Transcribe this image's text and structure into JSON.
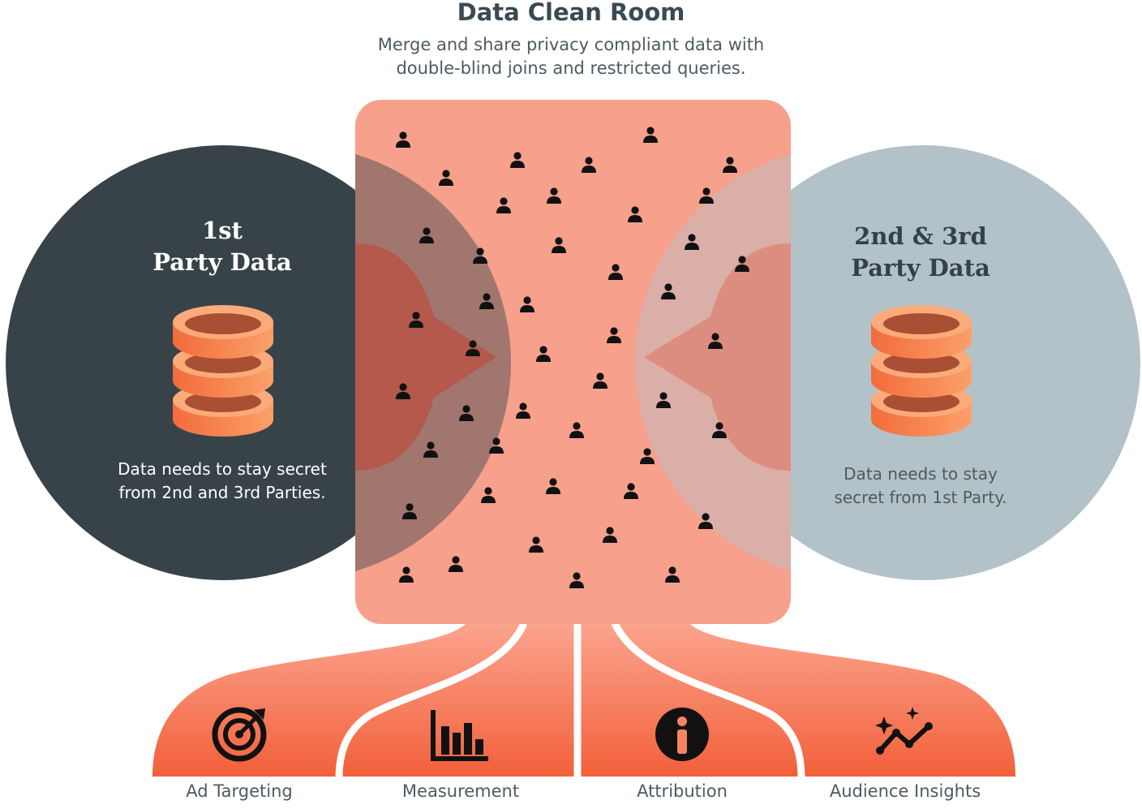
{
  "header": {
    "title": "Data Clean Room",
    "subtitle_line1": "Merge and share privacy compliant data with",
    "subtitle_line2": "double-blind joins and restricted queries."
  },
  "left_party": {
    "title_line1": "1st",
    "title_line2": "Party Data",
    "note_line1": "Data needs to stay secret",
    "note_line2": "from 2nd and 3rd Parties."
  },
  "right_party": {
    "title_line1": "2nd & 3rd",
    "title_line2": "Party Data",
    "note_line1": "Data needs to stay",
    "note_line2": "secret from 1st Party."
  },
  "outputs": [
    {
      "label": "Ad Targeting",
      "icon": "target-icon"
    },
    {
      "label": "Measurement",
      "icon": "bar-chart-icon"
    },
    {
      "label": "Attribution",
      "icon": "person-info-icon"
    },
    {
      "label": "Audience Insights",
      "icon": "sparkle-trend-icon"
    }
  ],
  "colors": {
    "clean_room": "#f7a08c",
    "first_party_circle": "#374349",
    "third_party_circle": "#b3c2c8",
    "database": "#f78b58",
    "people_icons": "#111111",
    "flow_gradient_top": "#fba48e",
    "flow_gradient_bottom": "#f2603a"
  }
}
